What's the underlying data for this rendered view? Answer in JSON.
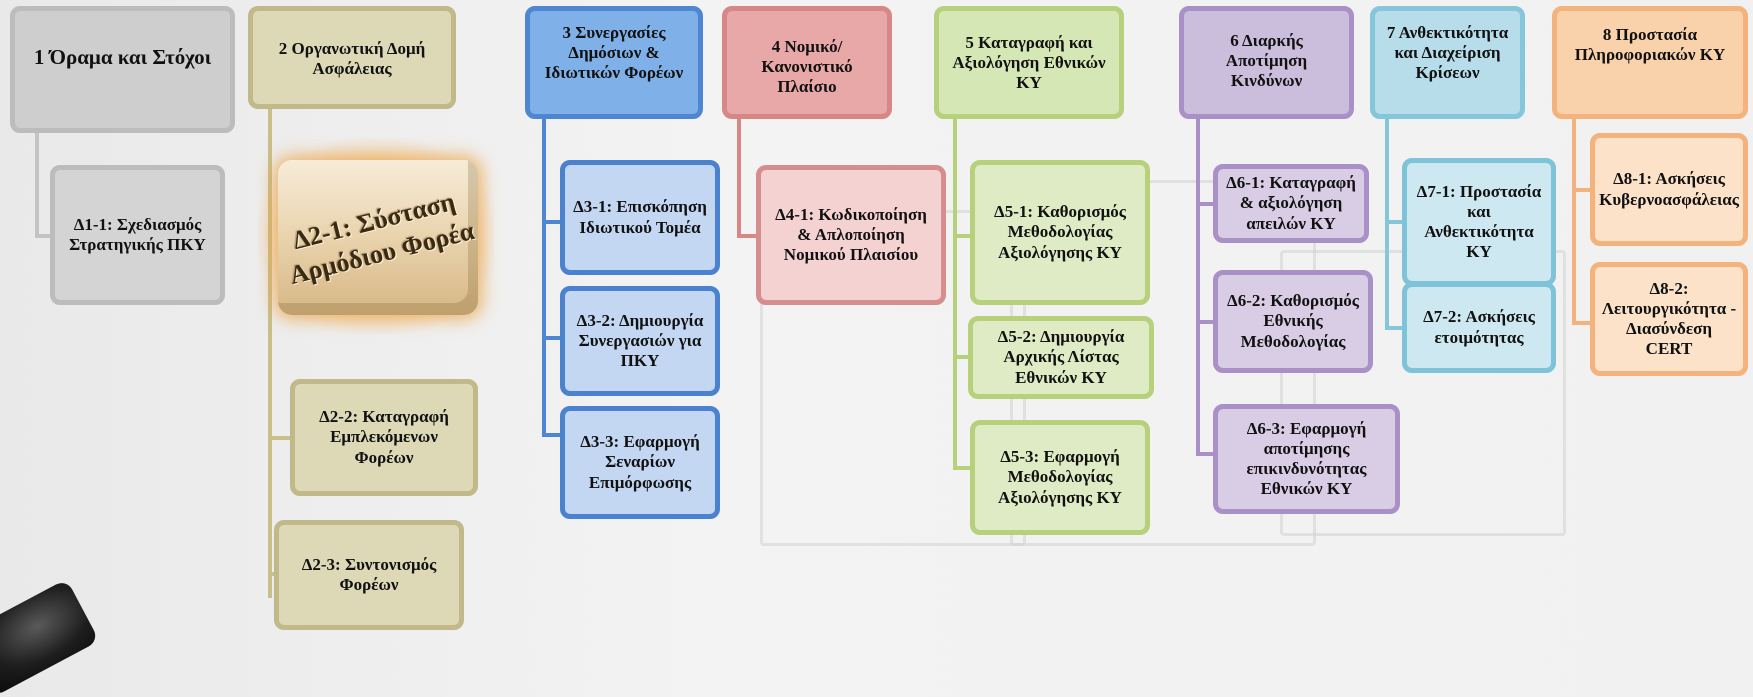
{
  "colors": {
    "group1": "#bcbcbc",
    "group2": "#c2b98a",
    "group3": "#4a82d0",
    "group4": "#d68d8d",
    "group5": "#b7d07c",
    "group6": "#a991c8",
    "group7": "#7fc3d8",
    "group8": "#f4b27c",
    "highlight_glow": "#ec9628"
  },
  "groups": [
    {
      "title": "1 Όραμα και Στόχοι",
      "children": [
        "Δ1-1: Σχεδιασμός Στρατηγικής ΠΚΥ"
      ]
    },
    {
      "title": "2 Οργανωτική Δομή Ασφάλειας",
      "children": [
        "Δ2-1: Σύσταση Αρμόδιου Φορέα",
        "Δ2-2: Καταγραφή Εμπλεκόμενων Φορέων",
        "Δ2-3: Συντονισμός Φορέων"
      ]
    },
    {
      "title": "3 Συνεργασίες Δημόσιων & Ιδιωτικών Φορέων",
      "children": [
        "Δ3-1: Επισκόπηση Ιδιωτικού Τομέα",
        "Δ3-2: Δημιουργία Συνεργασιών για ΠΚΥ",
        "Δ3-3: Εφαρμογή Σεναρίων Επιμόρφωσης"
      ]
    },
    {
      "title": "4 Νομικό/ Κανονιστικό Πλαίσιο",
      "children": [
        "Δ4-1: Κωδικοποίηση & Απλοποίηση Νομικού Πλαισίου"
      ]
    },
    {
      "title": "5 Καταγραφή και Αξιολόγηση Εθνικών ΚΥ",
      "children": [
        "Δ5-1: Καθορισμός Μεθοδολογίας Αξιολόγησης ΚΥ",
        "Δ5-2: Δημιουργία Αρχικής Λίστας Εθνικών ΚΥ",
        "Δ5-3: Εφαρμογή Μεθοδολογίας Αξιολόγησης ΚΥ"
      ]
    },
    {
      "title": "6 Διαρκής Αποτίμηση Κινδύνων",
      "children": [
        "Δ6-1: Καταγραφή & αξιολόγηση απειλών ΚΥ",
        "Δ6-2: Καθορισμός Εθνικής Μεθοδολογίας",
        "Δ6-3: Εφαρμογή αποτίμησης επικινδυνότητας Εθνικών ΚΥ"
      ]
    },
    {
      "title": "7 Ανθεκτικότητα και Διαχείριση Κρίσεων",
      "children": [
        "Δ7-1: Προστασία και Ανθεκτικότητα ΚΥ",
        "Δ7-2: Ασκήσεις ετοιμότητας"
      ]
    },
    {
      "title": "8 Προστασία Πληροφοριακών ΚΥ",
      "children": [
        "Δ8-1: Ασκήσεις Κυβερνοασφάλειας",
        "Δ8-2: Λειτουργικότητα - Διασύνδεση CERT"
      ]
    }
  ]
}
